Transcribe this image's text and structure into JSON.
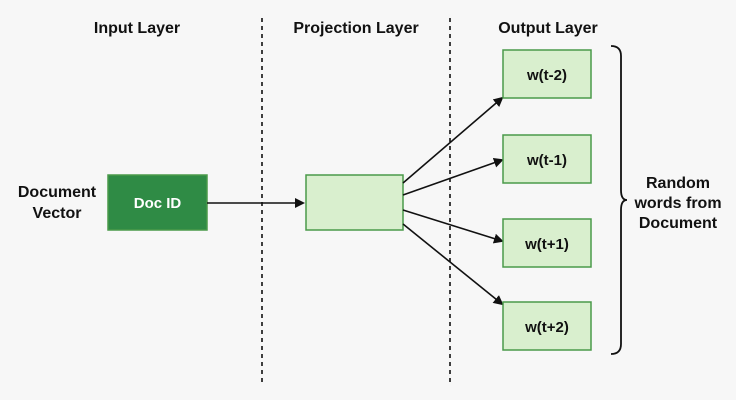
{
  "headings": {
    "input": "Input Layer",
    "projection": "Projection Layer",
    "output": "Output Layer"
  },
  "input_label": {
    "line1": "Document",
    "line2": "Vector"
  },
  "doc_id": {
    "label": "Doc ID"
  },
  "outputs": [
    {
      "label": "w(t-2)"
    },
    {
      "label": "w(t-1)"
    },
    {
      "label": "w(t+1)"
    },
    {
      "label": "w(t+2)"
    }
  ],
  "output_brace_label": {
    "line1": "Random",
    "line2": "words from",
    "line3": "Document"
  },
  "colors": {
    "doc_id_fill": "#2f8b45",
    "doc_id_text": "#ffffff",
    "light_green_fill": "#d9efce",
    "box_stroke": "#4a9a4a",
    "text": "#111111"
  }
}
